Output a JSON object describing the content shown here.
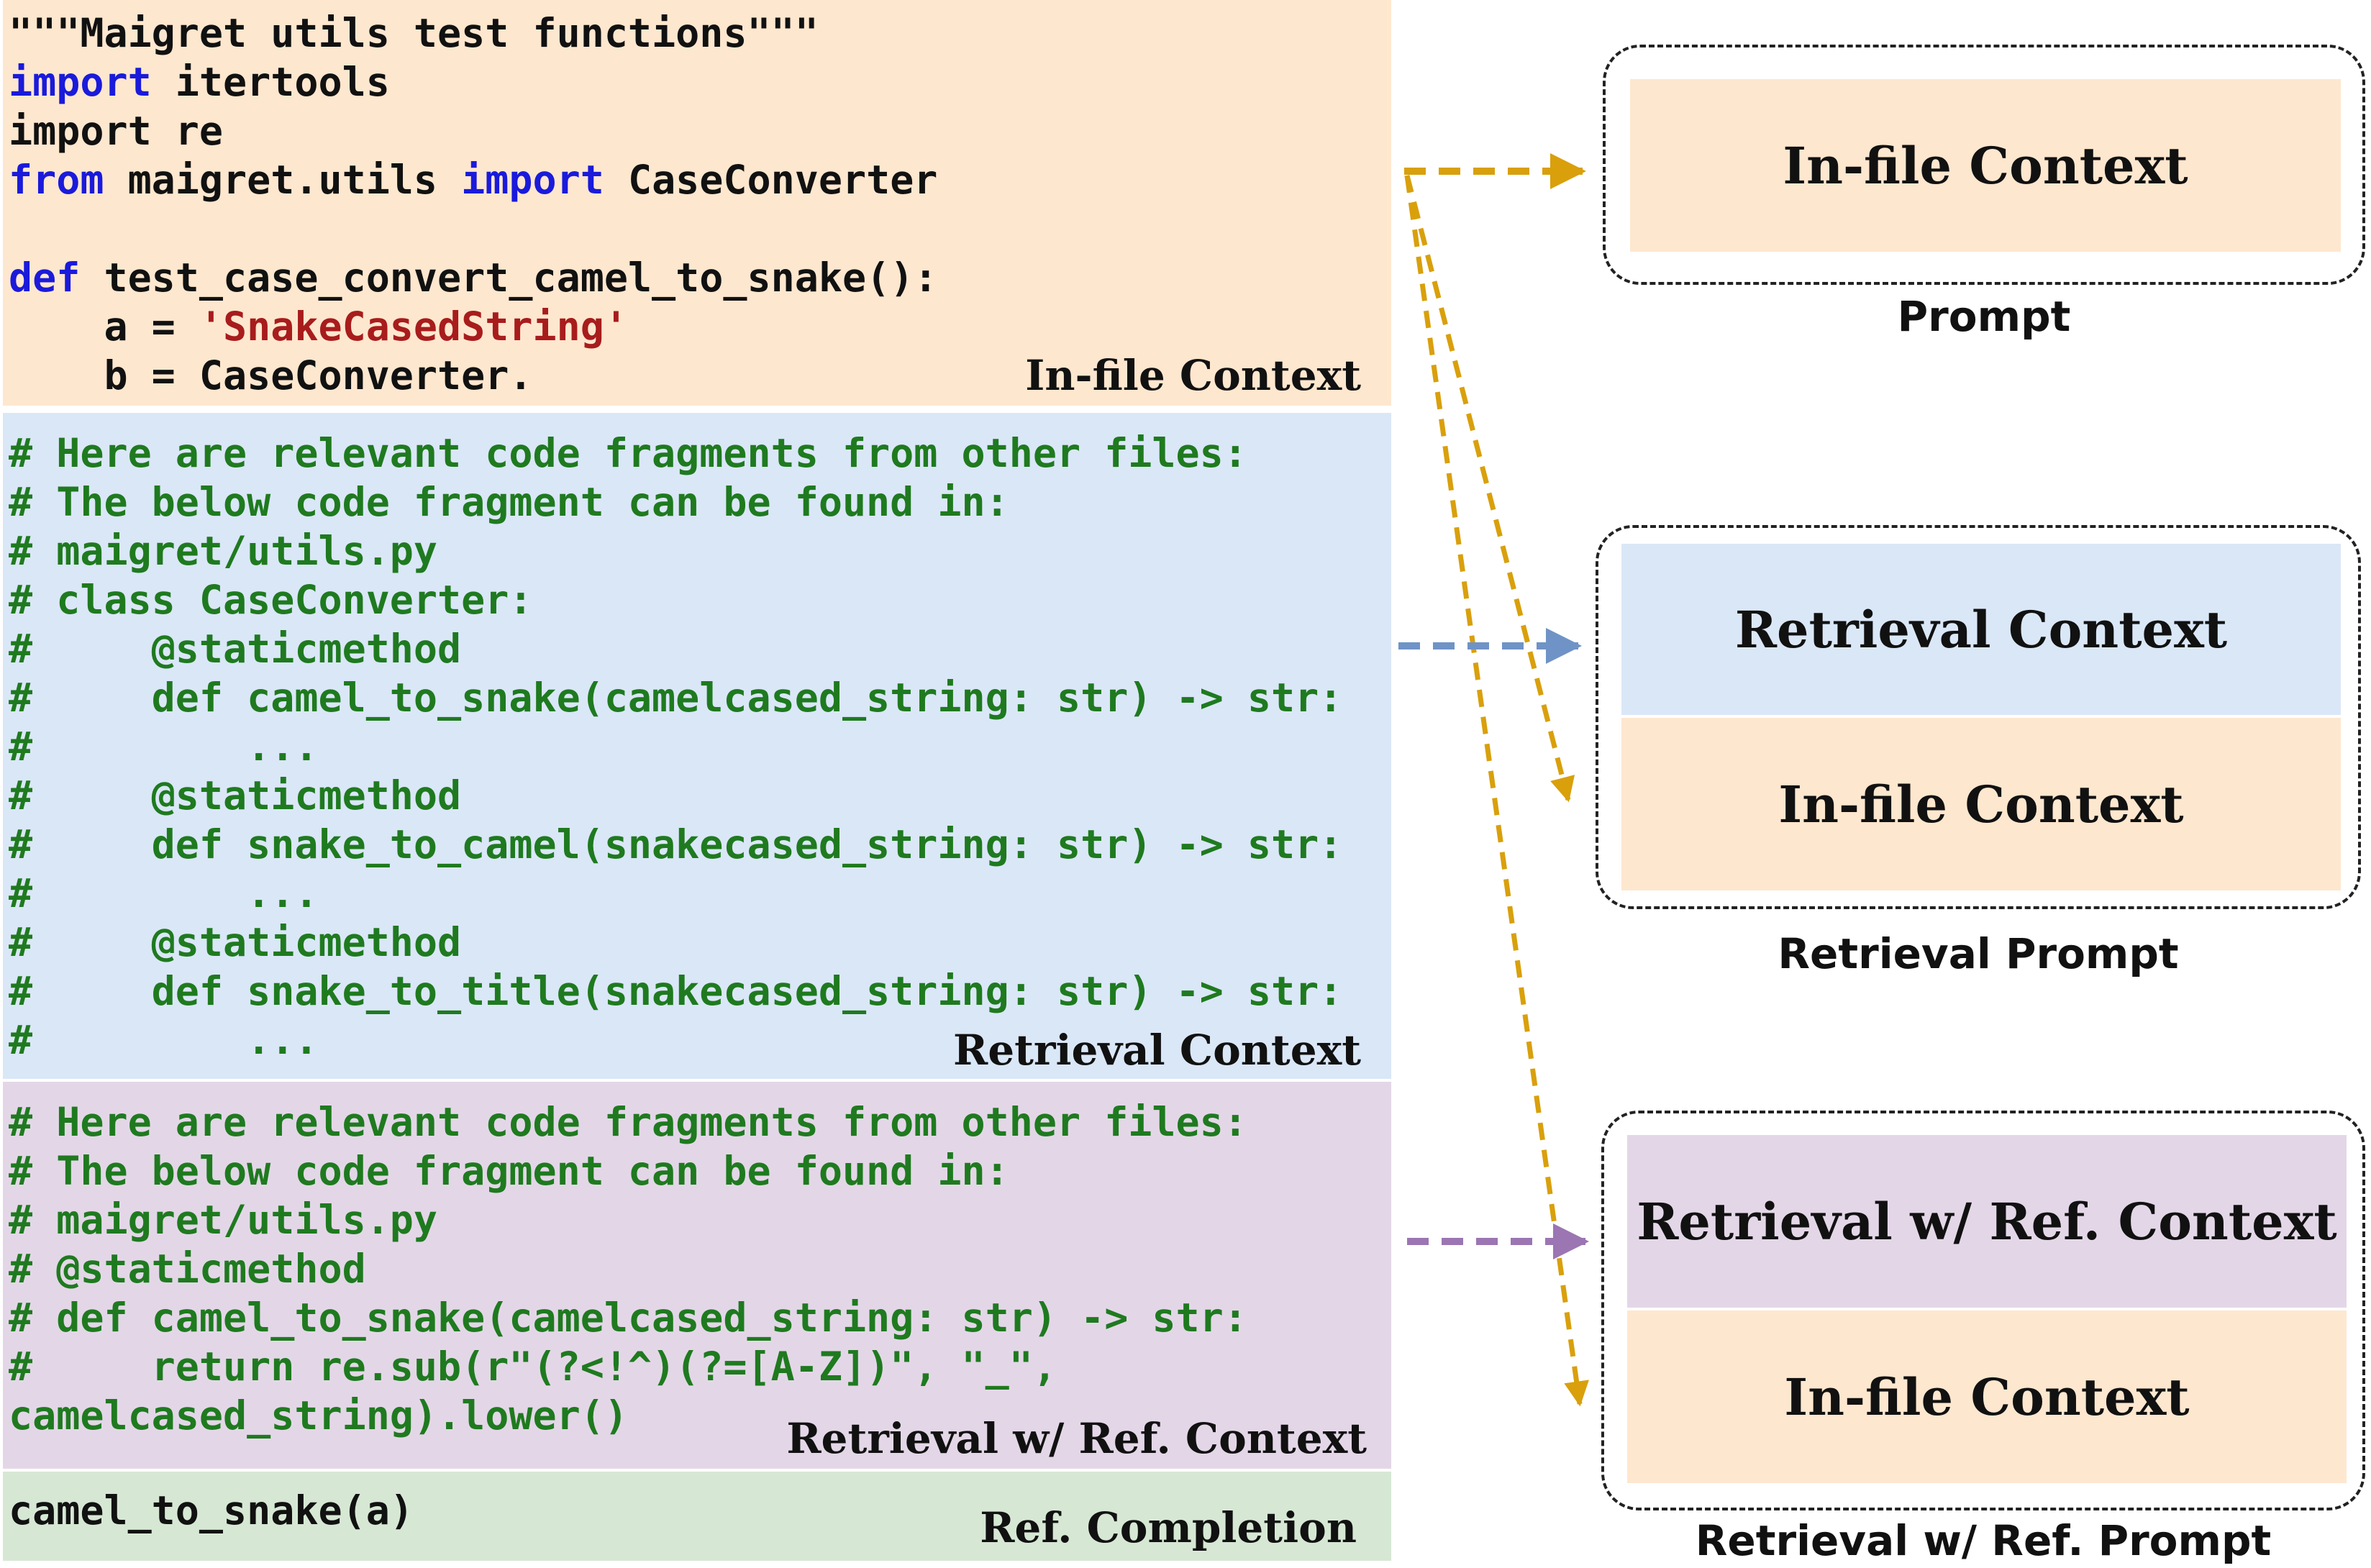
{
  "left_panels": {
    "infile": {
      "label": "In-file Context",
      "lines": [
        [
          {
            "t": "\"\"\"Maigret utils test functions\"\"\""
          }
        ],
        [
          {
            "t": "import",
            "c": "kw"
          },
          {
            "t": " itertools"
          }
        ],
        [
          {
            "t": "import re"
          }
        ],
        [
          {
            "t": "from",
            "c": "kw"
          },
          {
            "t": " maigret.utils "
          },
          {
            "t": "import",
            "c": "kw"
          },
          {
            "t": " CaseConverter"
          }
        ],
        [
          {
            "t": ""
          }
        ],
        [
          {
            "t": "def",
            "c": "kw"
          },
          {
            "t": " test_case_convert_camel_to_snake():"
          }
        ],
        [
          {
            "t": "    a = "
          },
          {
            "t": "'SnakeCasedString'",
            "c": "str"
          }
        ],
        [
          {
            "t": "    b = CaseConverter."
          }
        ]
      ]
    },
    "retrieval": {
      "label": "Retrieval Context",
      "lines": [
        [
          {
            "t": "# Here are relevant code fragments from other files:"
          }
        ],
        [
          {
            "t": "# The below code fragment can be found in:"
          }
        ],
        [
          {
            "t": "# maigret/utils.py"
          }
        ],
        [
          {
            "t": "# class CaseConverter:"
          }
        ],
        [
          {
            "t": "#     @staticmethod"
          }
        ],
        [
          {
            "t": "#     def camel_to_snake(camelcased_string: str) -> str:"
          }
        ],
        [
          {
            "t": "#         ..."
          }
        ],
        [
          {
            "t": "#     @staticmethod"
          }
        ],
        [
          {
            "t": "#     def snake_to_camel(snakecased_string: str) -> str:"
          }
        ],
        [
          {
            "t": "#         ..."
          }
        ],
        [
          {
            "t": "#     @staticmethod"
          }
        ],
        [
          {
            "t": "#     def snake_to_title(snakecased_string: str) -> str:"
          }
        ],
        [
          {
            "t": "#         ..."
          }
        ]
      ]
    },
    "retrieval_ref": {
      "label": "Retrieval w/ Ref. Context",
      "lines": [
        [
          {
            "t": "# Here are relevant code fragments from other files:"
          }
        ],
        [
          {
            "t": "# The below code fragment can be found in:"
          }
        ],
        [
          {
            "t": "# maigret/utils.py"
          }
        ],
        [
          {
            "t": "# @staticmethod"
          }
        ],
        [
          {
            "t": "# def camel_to_snake(camelcased_string: str) -> str:"
          }
        ],
        [
          {
            "t": "#     return re.sub(r\"(?<!^)(?=[A-Z])\", \"_\","
          }
        ],
        [
          {
            "t": "camelcased_string).lower()"
          }
        ]
      ]
    },
    "completion": {
      "label": "Ref. Completion",
      "lines": [
        [
          {
            "t": "camel_to_snake(a)"
          }
        ]
      ]
    }
  },
  "prompts": {
    "prompt": {
      "caption": "Prompt",
      "blocks": [
        "In-file Context"
      ]
    },
    "retrieval_prompt": {
      "caption": "Retrieval Prompt",
      "blocks": [
        "Retrieval Context",
        "In-file Context"
      ]
    },
    "retrieval_ref_prompt": {
      "caption": "Retrieval w/ Ref. Prompt",
      "blocks": [
        "Retrieval w/ Ref. Context",
        "In-file Context"
      ]
    }
  },
  "colors": {
    "infile": "#fee7cf",
    "retrieval": "#dae7f7",
    "retrieval_ref": "#e3d7e7",
    "completion": "#d6e8d4",
    "code_keyword": "#1a1adb",
    "code_string": "#a81c1c",
    "code_comment": "#1f7a1f",
    "arrow_infile": "#d9a00c",
    "arrow_retrieval": "#6f93c6",
    "arrow_retrieval_ref": "#9b76b2"
  }
}
